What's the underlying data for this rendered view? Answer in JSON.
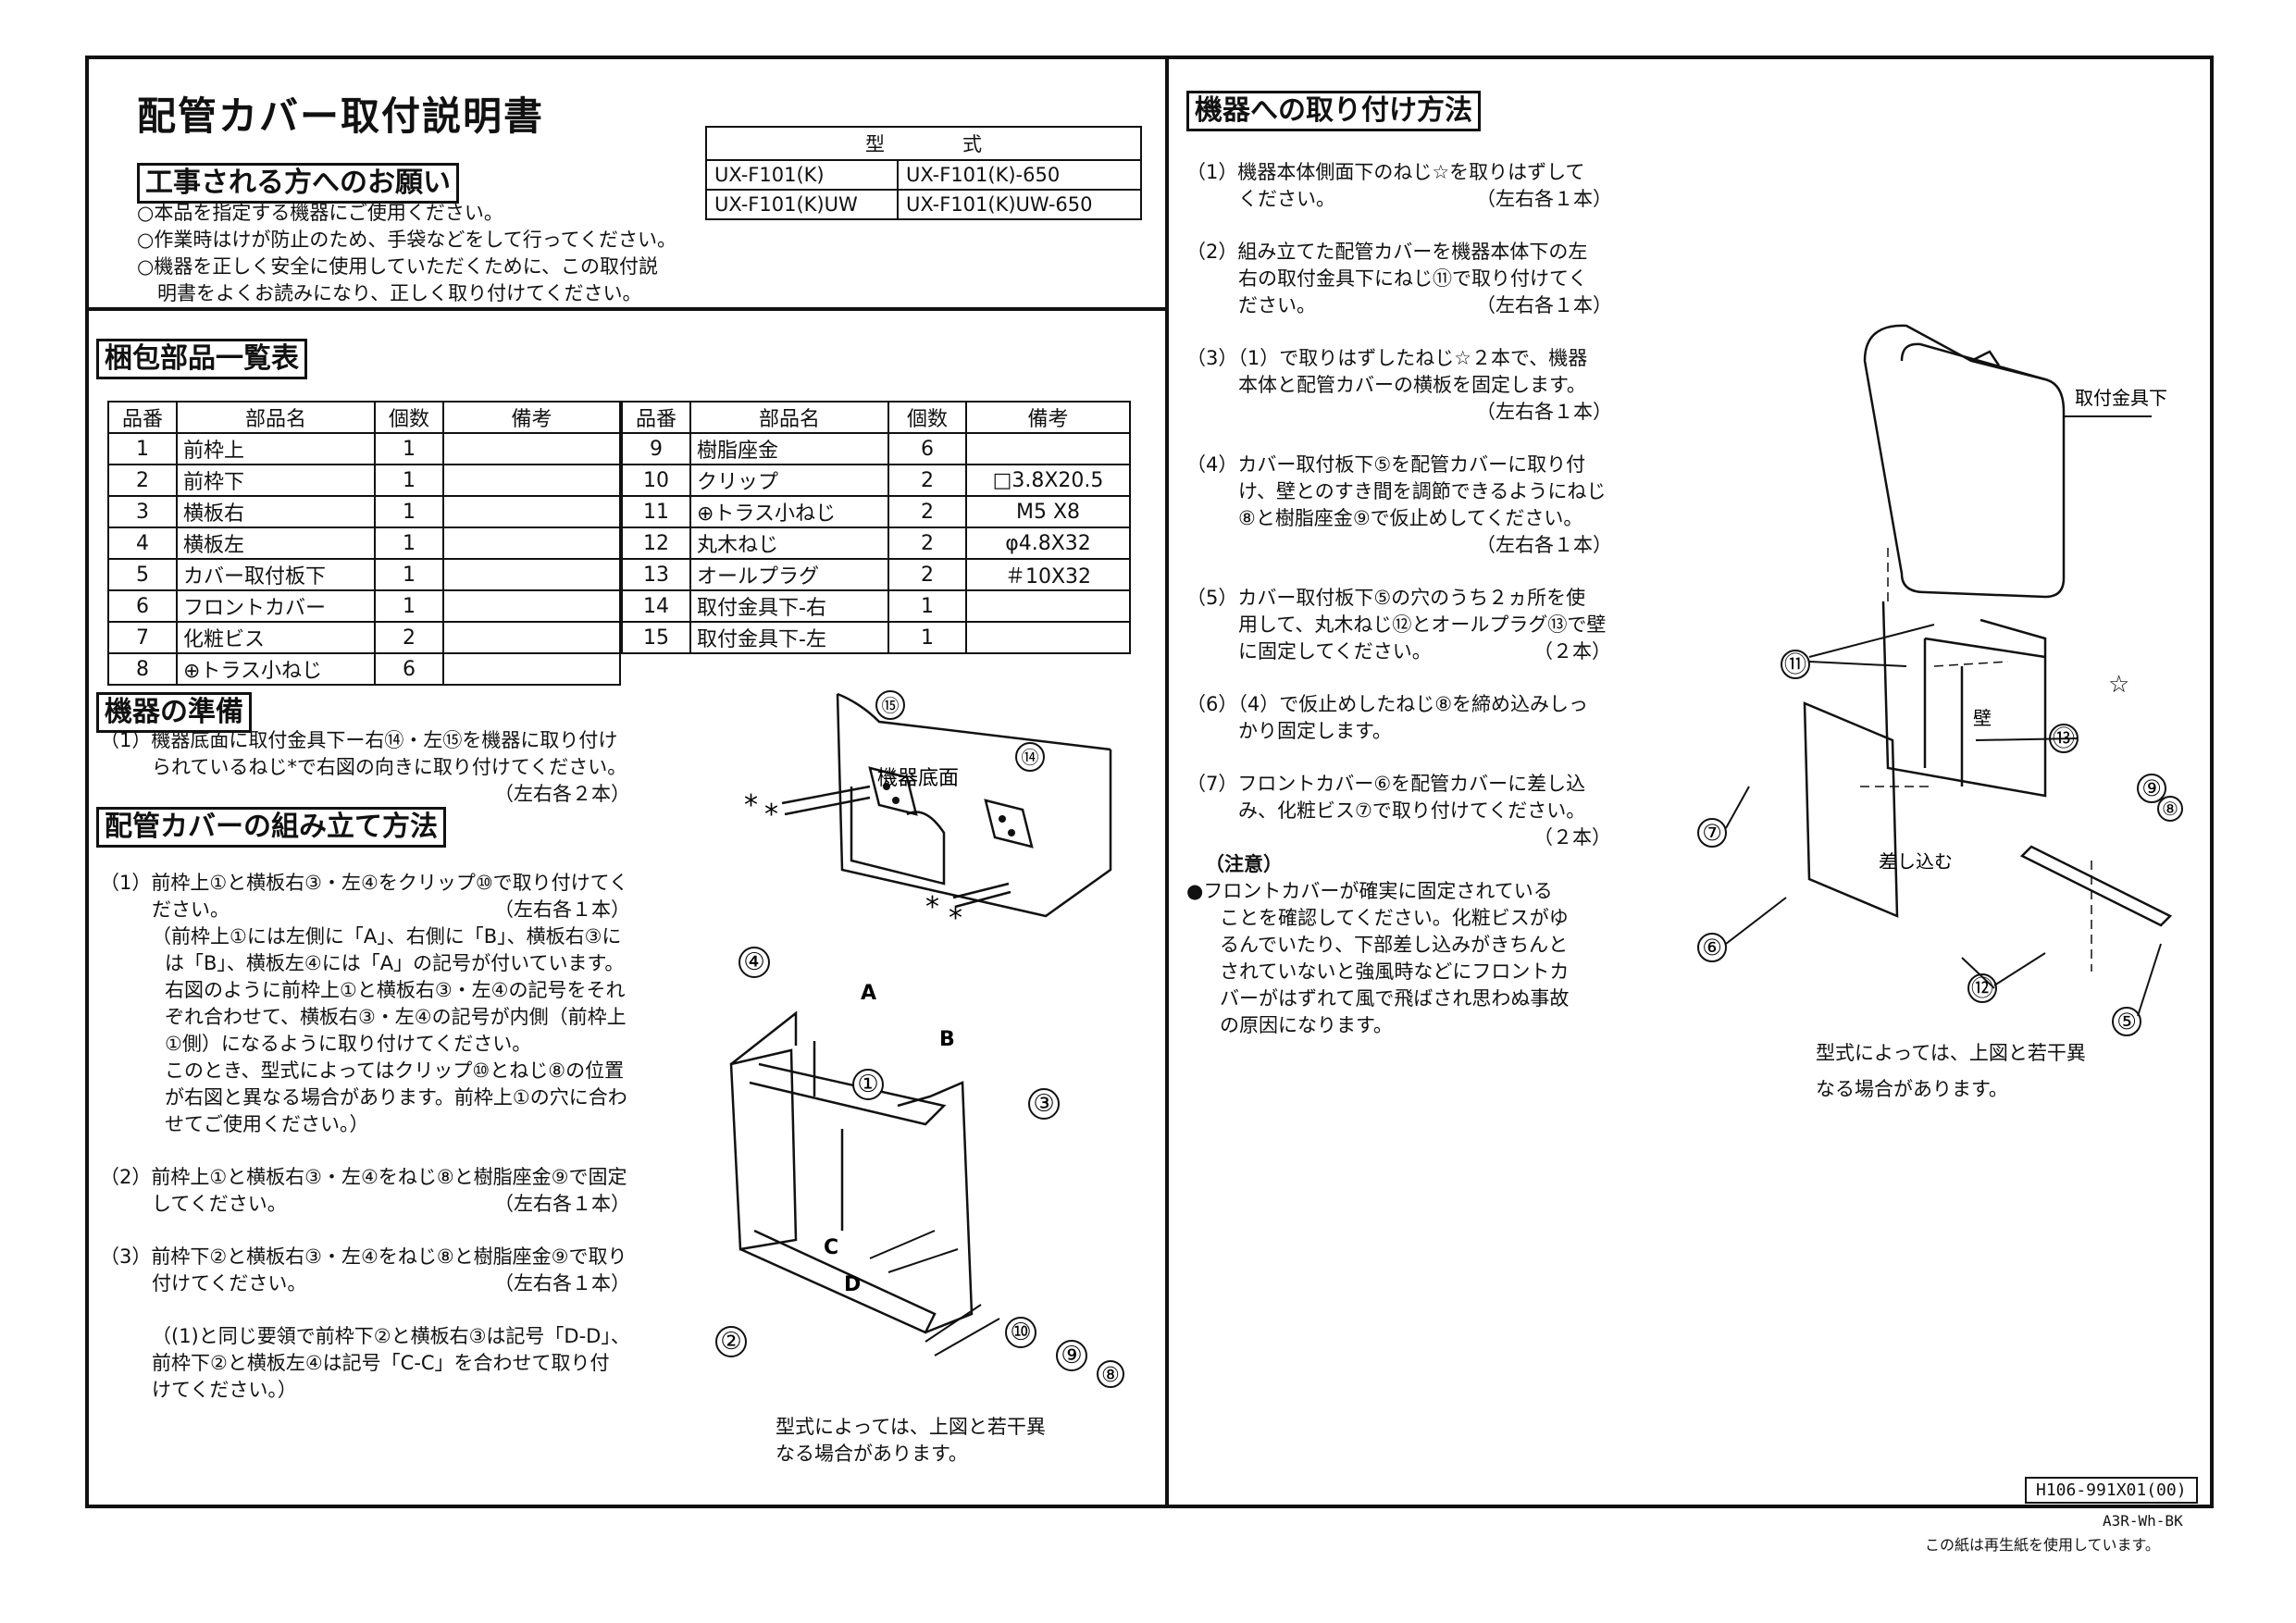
{
  "title": "配管カバー取付説明書",
  "request": {
    "heading": "工事される方へのお願い",
    "lines": [
      "○本品を指定する機器にご使用ください。",
      "○作業時はけが防止のため、手袋などをして行ってください。",
      "○機器を正しく安全に使用していただくために、この取付説",
      "明書をよくお読みになり、正しく取り付けてください。"
    ]
  },
  "model_table": {
    "header": "型　　　　式",
    "rows": [
      [
        "UX-F101(K)",
        "UX-F101(K)-650"
      ],
      [
        "UX-F101(K)UW",
        "UX-F101(K)UW-650"
      ]
    ]
  },
  "parts": {
    "heading": "梱包部品一覧表",
    "columns": [
      "品番",
      "部品名",
      "個数",
      "備考"
    ],
    "left": [
      [
        "1",
        "前枠上",
        "1",
        ""
      ],
      [
        "2",
        "前枠下",
        "1",
        ""
      ],
      [
        "3",
        "横板右",
        "1",
        ""
      ],
      [
        "4",
        "横板左",
        "1",
        ""
      ],
      [
        "5",
        "カバー取付板下",
        "1",
        ""
      ],
      [
        "6",
        "フロントカバー",
        "1",
        ""
      ],
      [
        "7",
        "化粧ビス",
        "2",
        ""
      ],
      [
        "8",
        "⊕トラス小ねじ",
        "6",
        ""
      ]
    ],
    "right": [
      [
        "9",
        "樹脂座金",
        "6",
        ""
      ],
      [
        "10",
        "クリップ",
        "2",
        "□3.8X20.5"
      ],
      [
        "11",
        "⊕トラス小ねじ",
        "2",
        "M5 X8"
      ],
      [
        "12",
        "丸木ねじ",
        "2",
        "φ4.8X32"
      ],
      [
        "13",
        "オールプラグ",
        "2",
        "＃10X32"
      ],
      [
        "14",
        "取付金具下-右",
        "1",
        ""
      ],
      [
        "15",
        "取付金具下-左",
        "1",
        ""
      ]
    ]
  },
  "prep": {
    "heading": "機器の準備",
    "lines": [
      "（1）機器底面に取付金具下ー右⑭・左⑮を機器に取り付け",
      "られているねじ*で右図の向きに取り付けてください。",
      "（左右各２本）"
    ]
  },
  "assembly": {
    "heading": "配管カバーの組み立て方法",
    "s1": [
      "（1）前枠上①と横板右③・左④をクリップ⑩で取り付けてく",
      "ださい。",
      "（左右各１本）",
      "（前枠上①には左側に「A」、右側に「B」、横板右③に",
      "は「B」、横板左④には「A」の記号が付いています。",
      "右図のように前枠上①と横板右③・左④の記号をそれ",
      "ぞれ合わせて、横板右③・左④の記号が内側（前枠上",
      "①側）になるように取り付けてください。",
      "このとき、型式によってはクリップ⑩とねじ⑧の位置",
      "が右図と異なる場合があります。前枠上①の穴に合わ",
      "せてご使用ください。）"
    ],
    "s2": [
      "（2）前枠上①と横板右③・左④をねじ⑧と樹脂座金⑨で固定",
      "してください。",
      "（左右各１本）"
    ],
    "s3": [
      "（3）前枠下②と横板右③・左④をねじ⑧と樹脂座金⑨で取り",
      "付けてください。",
      "（左右各１本）"
    ],
    "s3b": [
      "（(1)と同じ要領で前枠下②と横板右③は記号「D-D」、",
      "前枠下②と横板左④は記号「C-C」を合わせて取り付",
      "けてください。）"
    ],
    "note": [
      "型式によっては、上図と若干異",
      "なる場合があります。"
    ]
  },
  "mount": {
    "heading": "機器への取り付け方法",
    "s1": [
      "（1）機器本体側面下のねじ☆を取りはずして",
      "ください。",
      "（左右各１本）"
    ],
    "s2": [
      "（2）組み立てた配管カバーを機器本体下の左",
      "右の取付金具下にねじ⑪で取り付けてく",
      "ださい。",
      "（左右各１本）"
    ],
    "s3": [
      "（3）（1）で取りはずしたねじ☆２本で、機器",
      "本体と配管カバーの横板を固定します。",
      "（左右各１本）"
    ],
    "s4": [
      "（4）カバー取付板下⑤を配管カバーに取り付",
      "け、壁とのすき間を調節できるようにねじ",
      "⑧と樹脂座金⑨で仮止めしてください。",
      "（左右各１本）"
    ],
    "s5": [
      "（5）カバー取付板下⑤の穴のうち２ヵ所を使",
      "用して、丸木ねじ⑫とオールプラグ⑬で壁",
      "に固定してください。",
      "（２本）"
    ],
    "s6": [
      "（6）（4）で仮止めしたねじ⑧を締め込みしっ",
      "かり固定します。"
    ],
    "s7": [
      "（7）フロントカバー⑥を配管カバーに差し込",
      "み、化粧ビス⑦で取り付けてください。",
      "（２本）"
    ],
    "caution_title": "（注意）",
    "caution": [
      "●フロントカバーが確実に固定されている",
      "ことを確認してください。化粧ビスがゆ",
      "るんでいたり、下部差し込みがきちんと",
      "されていないと強風時などにフロントカ",
      "バーがはずれて風で飛ばされ思わぬ事故",
      "の原因になります。"
    ],
    "note": [
      "型式によっては、上図と若干異",
      "なる場合があります。"
    ]
  },
  "diagram_labels": {
    "d1": {
      "kiki": "機器底面",
      "p15": "⑮",
      "p14": "⑭"
    },
    "d2": {
      "a": "A",
      "b": "B",
      "c": "C",
      "d": "D",
      "p1": "①",
      "p2": "②",
      "p3": "③",
      "p4": "④",
      "p8": "⑧",
      "p9": "⑨",
      "p10": "⑩"
    },
    "d3": {
      "kanagu": "取付金具下",
      "kabe": "壁",
      "sashikomu": "差し込む",
      "star": "☆",
      "p5": "⑤",
      "p6": "⑥",
      "p7": "⑦",
      "p8": "⑧",
      "p9": "⑨",
      "p11": "⑪",
      "p12": "⑫",
      "p13": "⑬"
    }
  },
  "footer": {
    "code": "H106-991X01(00)",
    "paper": "A3R-Wh-BK",
    "recycle": "この紙は再生紙を使用しています。"
  }
}
